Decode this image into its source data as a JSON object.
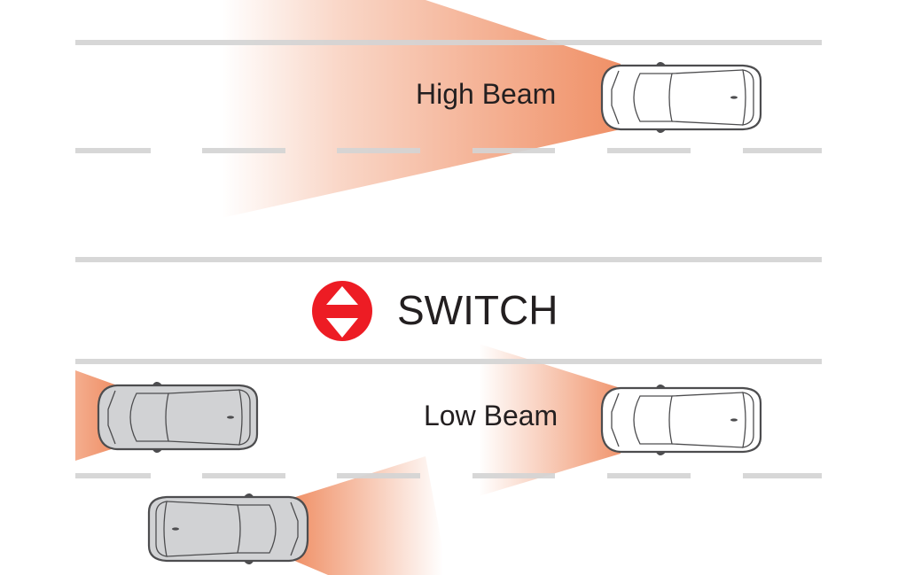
{
  "labels": {
    "high_beam": "High Beam",
    "switch": "SWITCH",
    "low_beam": "Low Beam"
  },
  "colors": {
    "beam": "#ef8a5e",
    "switch_icon": "#ed1c24",
    "road_line": "#d4d4d4",
    "oncoming_car": "#d1d2d4"
  },
  "icons": {
    "switch": "up-down-triangle-circle-icon"
  }
}
